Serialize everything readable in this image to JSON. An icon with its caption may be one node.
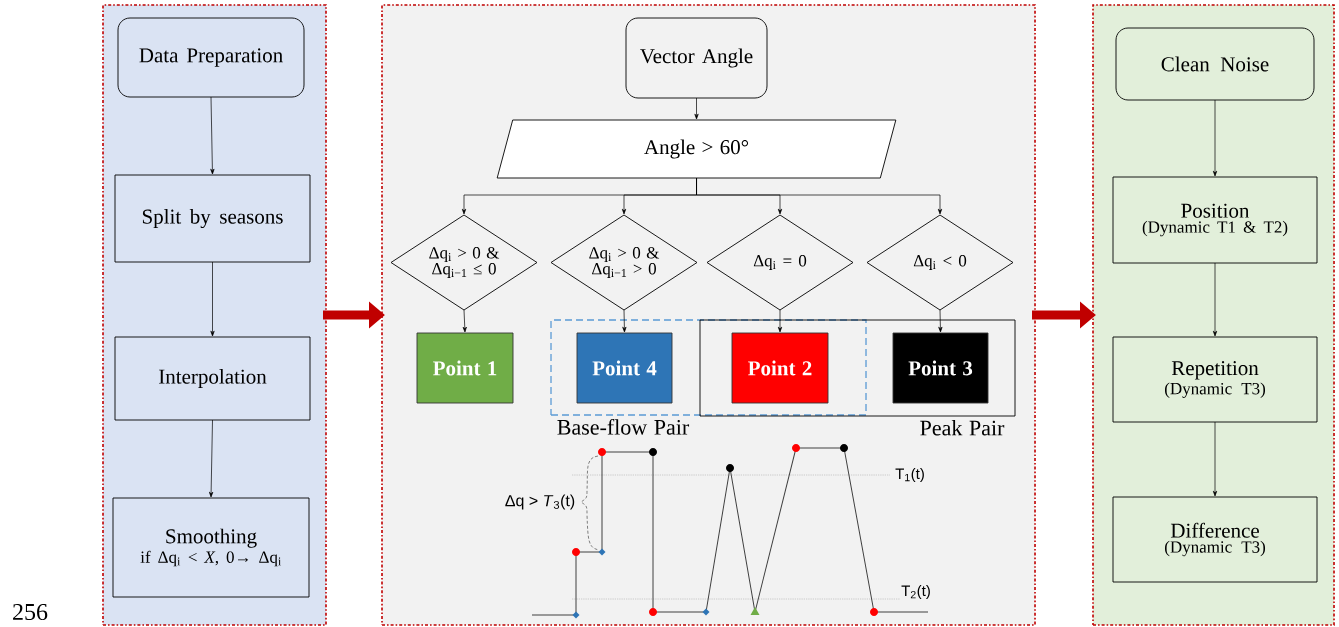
{
  "diagram": {
    "nodes": [
      {
        "text": [],
        "shape": "box"
      },
      {
        "text": [
          "Data Preparation"
        ],
        "in": 0
      },
      {
        "text": [
          "Split by seasons"
        ],
        "in": 0
      },
      {
        "text": [
          "Interpolation"
        ],
        "in": 0
      },
      {
        "text": [
          "Smoothing",
          "if Δq$_{i}$ < *X*, 0→ Δq$_{i}$"
        ],
        "in": 0
      },
      {
        "text": [],
        "shape": "box"
      },
      {
        "text": [
          "Vector Angle"
        ],
        "in": 5
      },
      {
        "text": [
          "Angle > 60°"
        ],
        "in": 5
      },
      {
        "text": [
          "Δq$_{i}$ > 0 & Δq$_{i−1}$ ≤ 0"
        ],
        "in": 5
      },
      {
        "text": [
          "Δq$_{i}$ > 0 & Δq$_{i−1}$ > 0"
        ],
        "in": 5
      },
      {
        "text": [
          "Δq$_{i}$ = 0"
        ],
        "in": 5
      },
      {
        "text": [
          "Δq$_{i}$ < 0"
        ],
        "in": 5
      },
      {
        "text": [
          "Base-flow Pair"
        ],
        "in": 5
      },
      {
        "text": [
          "Peak Pair"
        ],
        "in": 5
      },
      {
        "text": [
          "Point 1"
        ],
        "in": 5
      },
      {
        "text": [
          "Point 4"
        ],
        "in": 12
      },
      {
        "text": [
          "Point 2"
        ]
      },
      {
        "text": [
          "Point 3"
        ],
        "in": 13
      },
      {
        "text": [],
        "shape": "box"
      },
      {
        "text": [
          "Clean Noise"
        ],
        "in": 18
      },
      {
        "text": [
          "Position",
          "(Dynamic T1 & T2)"
        ],
        "in": 18
      },
      {
        "text": [
          "Repetition",
          "(Dynamic T3)"
        ],
        "in": 18
      },
      {
        "text": [
          "Difference",
          "(Dynamic T3)"
        ],
        "in": 18
      }
    ],
    "edges": [
      {
        "from": 1,
        "to": 2,
        "arrow": "to"
      },
      {
        "from": 2,
        "to": 3,
        "arrow": "to"
      },
      {
        "from": 3,
        "to": 4,
        "arrow": "to"
      },
      {
        "from": 0,
        "to": 5,
        "arrow": "to",
        "style": "thick",
        "color": "#c00000"
      },
      {
        "from": 6,
        "to": 7,
        "arrow": "to"
      },
      {
        "from": 7,
        "to": 8,
        "arrow": "to"
      },
      {
        "from": 7,
        "to": 9,
        "arrow": "to"
      },
      {
        "from": 7,
        "to": 10,
        "arrow": "to"
      },
      {
        "from": 7,
        "to": 11,
        "arrow": "to"
      },
      {
        "from": 8,
        "to": 14,
        "arrow": "to"
      },
      {
        "from": 9,
        "to": 15,
        "arrow": "to"
      },
      {
        "from": 10,
        "to": 16,
        "arrow": "to"
      },
      {
        "from": 11,
        "to": 17,
        "arrow": "to"
      },
      {
        "from": 5,
        "to": 18,
        "arrow": "to",
        "style": "thick",
        "color": "#c00000"
      },
      {
        "from": 19,
        "to": 20,
        "arrow": "to"
      },
      {
        "from": 20,
        "to": 21,
        "arrow": "to"
      },
      {
        "from": 21,
        "to": 22,
        "arrow": "to"
      }
    ],
    "labels": [
      "Δq > *T*$_{3}$(t)",
      "T$_{1}$(t)",
      "T$_{2}$(t)",
      "256"
    ]
  }
}
